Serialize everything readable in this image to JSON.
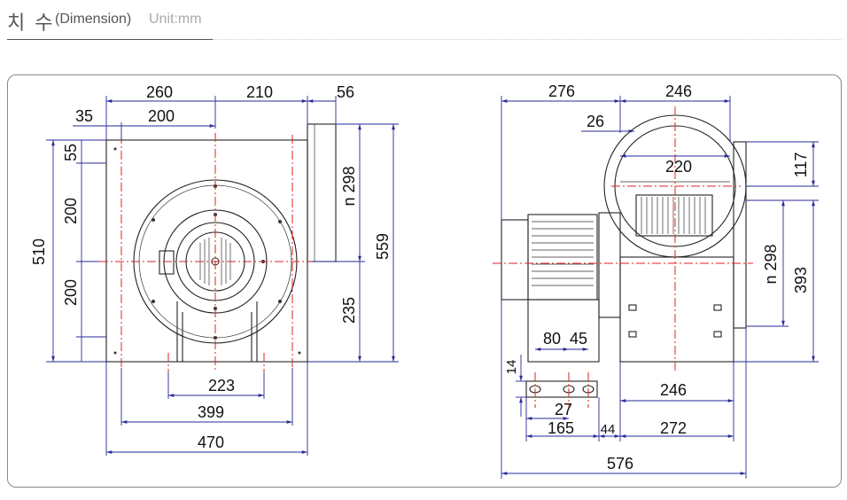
{
  "header": {
    "title_ko": "치 수",
    "title_dim": "(Dimension)",
    "unit": "Unit:mm"
  },
  "front_view": {
    "d_260": "260",
    "d_210": "210",
    "d_56": "56",
    "d_35": "35",
    "d_200_top": "200",
    "d_55": "55",
    "d_200_a": "200",
    "d_200_b": "200",
    "d_510": "510",
    "d_n298": "n 298",
    "d_559": "559",
    "d_235": "235",
    "d_223": "223",
    "d_399": "399",
    "d_470": "470"
  },
  "side_view": {
    "d_276": "276",
    "d_246_top": "246",
    "d_26": "26",
    "d_220": "220",
    "d_117": "117",
    "d_n298": "n 298",
    "d_393": "393",
    "d_80": "80",
    "d_45": "45",
    "d_14": "14",
    "d_246_bot": "246",
    "d_27": "27",
    "d_165": "165",
    "d_44": "44",
    "d_272": "272",
    "d_576": "576"
  }
}
